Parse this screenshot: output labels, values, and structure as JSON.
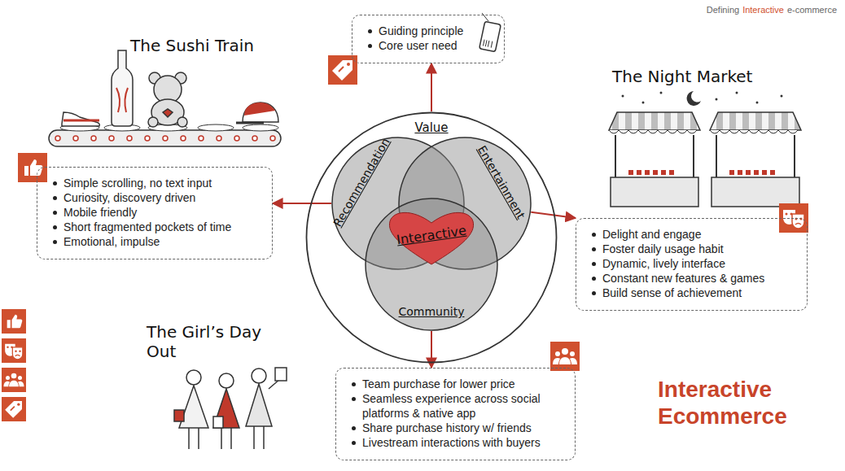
{
  "diagram": {
    "nodes": [
      {
        "text": [
          "Value"
        ]
      },
      {
        "text": [
          "Recommendation"
        ],
        "in": 0
      },
      {
        "text": [
          "Entertainment"
        ],
        "in": 0
      },
      {
        "text": [
          "Community"
        ],
        "in": 0
      },
      {
        "text": [
          "Interactive"
        ],
        "in": 0
      },
      {
        "text": [
          "Guiding principle",
          "Core user need"
        ]
      },
      {
        "text": [
          "Simple scrolling, no text input",
          "Curiosity, discovery driven",
          "Mobile friendly",
          "Short fragmented pockets of time",
          "Emotional, impulse"
        ]
      },
      {
        "text": [
          "Delight and engage",
          "Foster daily usage habit",
          "Dynamic, lively interface",
          "Constant new features & games",
          "Build sense of achievement"
        ]
      },
      {
        "text": [
          "Team purchase for lower price",
          "Seamless experience across social platforms & native app",
          "Share purchase history w/ friends",
          "Livestream interactions with buyers"
        ]
      }
    ],
    "edges": [
      {
        "from": 0,
        "to": 5,
        "arrow": "to"
      },
      {
        "from": 1,
        "to": 6,
        "arrow": "to"
      },
      {
        "from": 2,
        "to": 7,
        "arrow": "to"
      },
      {
        "from": 3,
        "to": 8,
        "arrow": "to"
      }
    ],
    "labels": [
      "Defining",
      "Interactive",
      "e-commerce",
      "The Sushi Train",
      "The Night Market",
      "The Girl’s Day Out",
      "Interactive Ecommerce"
    ]
  }
}
